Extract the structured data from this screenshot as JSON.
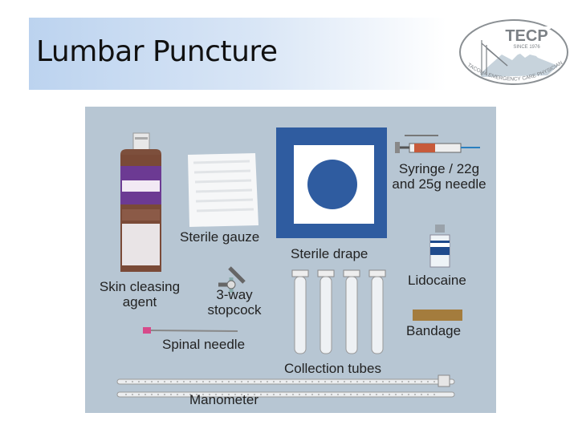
{
  "slide": {
    "title": "Lumbar Puncture"
  },
  "logo": {
    "acronym": "TECP",
    "since": "SINCE 1976",
    "org_name": "TACOMA EMERGENCY CARE PHYSICIANS"
  },
  "figure": {
    "labels": {
      "skin_agent": "Skin cleasing agent",
      "gauze": "Sterile gauze",
      "drape": "Sterile drape",
      "syringe": "Syringe / 22g and 25g needle",
      "lidocaine": "Lidocaine",
      "stopcock": "3-way stopcock",
      "spinal_needle": "Spinal needle",
      "tubes": "Collection tubes",
      "bandage": "Bandage",
      "manometer": "Manometer"
    }
  }
}
